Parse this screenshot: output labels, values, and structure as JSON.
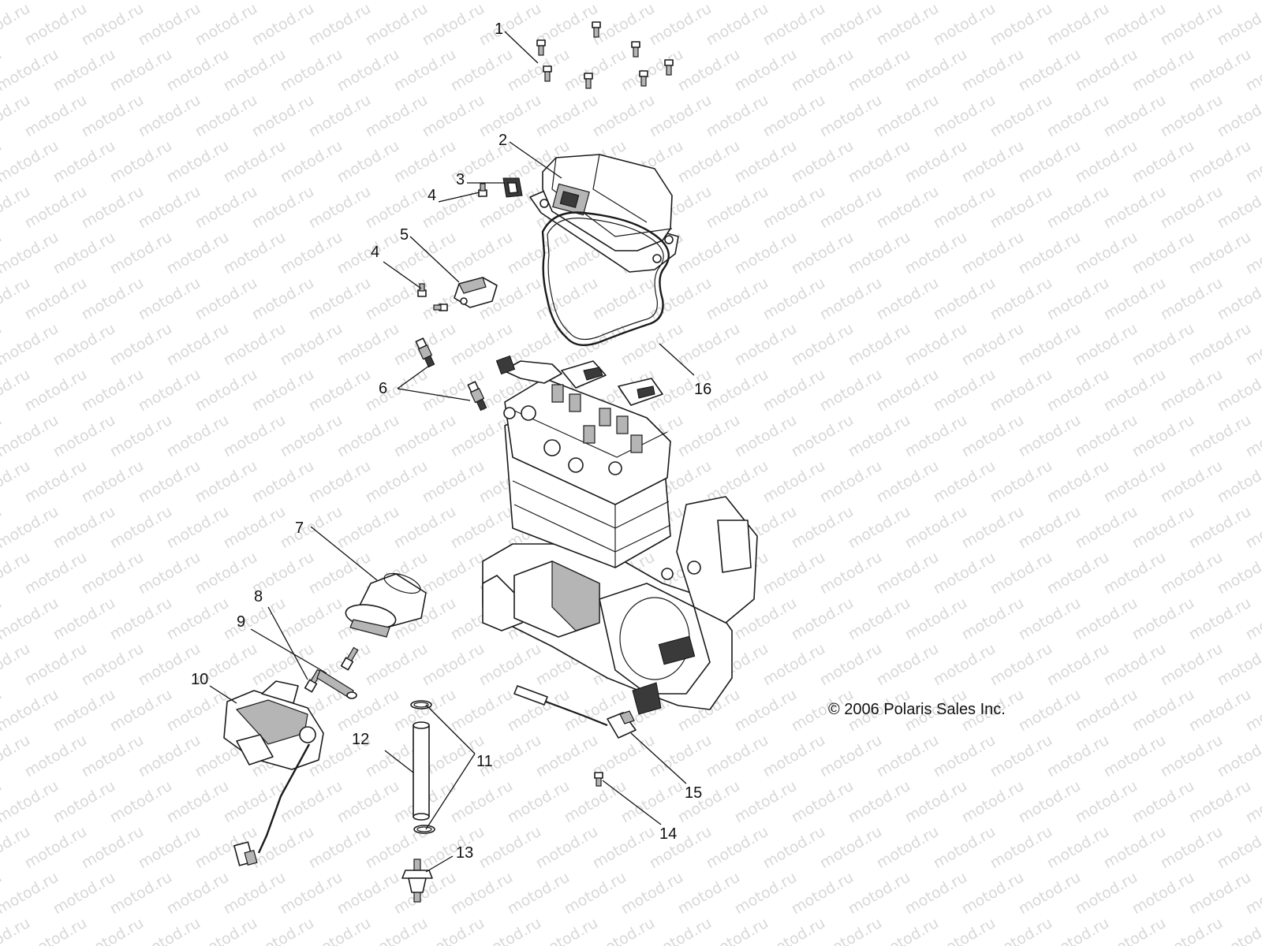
{
  "watermark": {
    "text": "motod.ru"
  },
  "copyright": "© 2006 Polaris Sales Inc.",
  "callouts": {
    "c1": "1",
    "c2": "2",
    "c3": "3",
    "c4a": "4",
    "c4b": "4",
    "c5": "5",
    "c6": "6",
    "c7": "7",
    "c8": "8",
    "c9": "9",
    "c10": "10",
    "c11": "11",
    "c12": "12",
    "c13": "13",
    "c14": "14",
    "c15": "15",
    "c16": "16"
  }
}
